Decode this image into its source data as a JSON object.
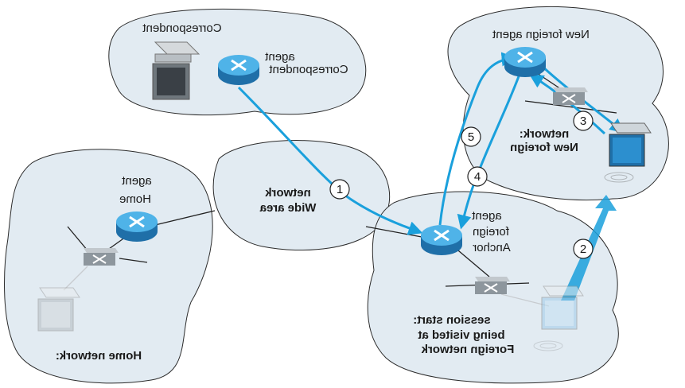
{
  "colors": {
    "cloud_fill": "#e2ebf2",
    "cloud_stroke": "#2b2b2b",
    "arrow": "#1aa0dc",
    "router_top": "#4fb3e8",
    "router_side": "#1f6fa8",
    "switch_body": "#9aa3aa",
    "faded": "#c8ccd0"
  },
  "icons": [
    "router-icon",
    "switch-icon",
    "laptop-icon",
    "desktop-icon"
  ],
  "labels": {
    "correspondent_host": "Correspondent",
    "correspondent_agent": [
      "Correspondent",
      "agent"
    ],
    "new_foreign_agent": "New foreign agent",
    "new_foreign_network": [
      "New foreign",
      "network:"
    ],
    "home_agent": [
      "Home",
      "agent"
    ],
    "wide_area": [
      "Wide area",
      "network"
    ],
    "anchor_agent": [
      "Anchor",
      "foreign",
      "agent"
    ],
    "foreign_network": [
      "Foreign network",
      "being visited at",
      "session start:"
    ],
    "home_network": "Home network:"
  },
  "steps": [
    "1",
    "2",
    "3",
    "4",
    "5"
  ]
}
